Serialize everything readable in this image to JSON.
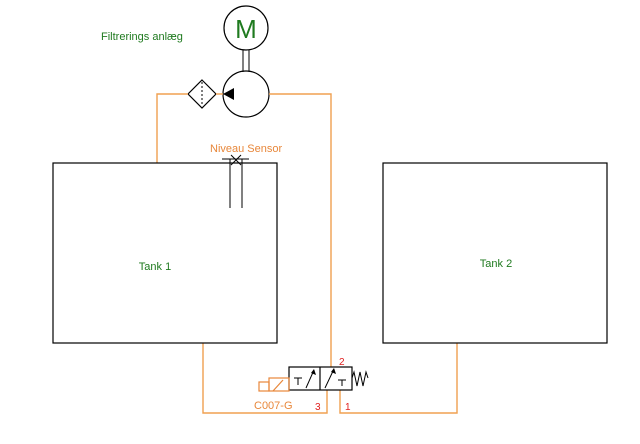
{
  "labels": {
    "system_title": "Filtrerings anlæg",
    "motor_letter": "M",
    "sensor_label": "Niveau Sensor",
    "tank1_label": "Tank 1",
    "tank2_label": "Tank 2",
    "valve_code": "C007-G",
    "port_2": "2",
    "port_3": "3",
    "port_1": "1"
  },
  "colors": {
    "pipe": "#f0a050",
    "label_green": "#1f7a1f",
    "label_orange": "#e8873a",
    "port_red": "#e02020",
    "outline": "#000000"
  }
}
